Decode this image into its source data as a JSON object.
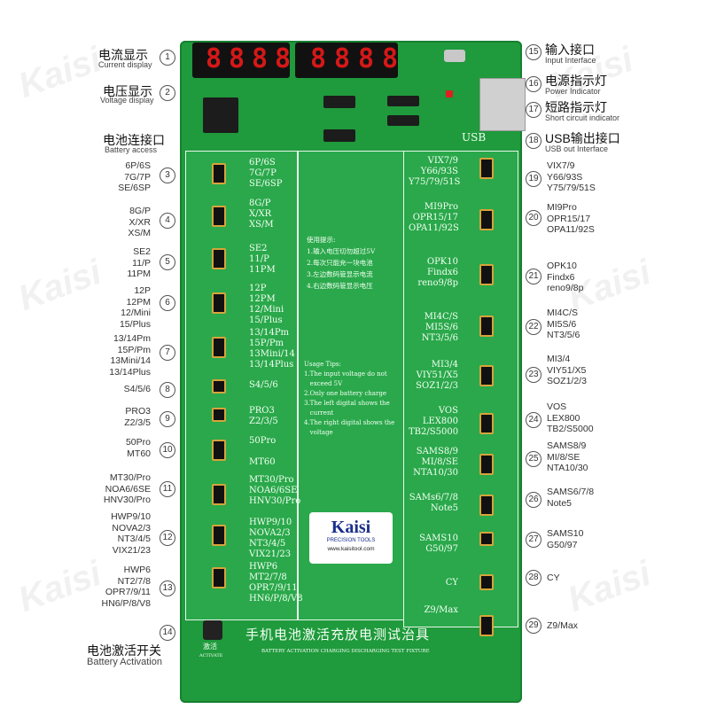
{
  "left_labels": [
    {
      "n": "1",
      "cn": "电流显示",
      "en": "Current display"
    },
    {
      "n": "2",
      "cn": "电压显示",
      "en": "Voltage display"
    },
    {
      "n": "",
      "cn": "电池连接口",
      "en": "Battery access"
    },
    {
      "n": "3",
      "lines": "6P/6S\n7G/7P\nSE/6SP"
    },
    {
      "n": "4",
      "lines": "8G/P\nX/XR\nXS/M"
    },
    {
      "n": "5",
      "lines": "SE2\n11/P\n11PM"
    },
    {
      "n": "6",
      "lines": "12P\n12PM\n12/Mini\n15/Plus"
    },
    {
      "n": "7",
      "lines": "13/14Pm\n15P/Pm\n13Mini/14\n13/14Plus"
    },
    {
      "n": "8",
      "lines": "S4/5/6"
    },
    {
      "n": "9",
      "lines": "PRO3\nZ2/3/5"
    },
    {
      "n": "10",
      "lines": "50Pro\nMT60"
    },
    {
      "n": "11",
      "lines": "MT30/Pro\nNOA6/6SE\nHNV30/Pro"
    },
    {
      "n": "12",
      "lines": "HWP9/10\nNOVA2/3\nNT3/4/5\nVIX21/23"
    },
    {
      "n": "13",
      "lines": "HWP6\nNT2/7/8\nOPR7/9/11\nHN6/P/8/V8"
    },
    {
      "n": "14",
      "cn": "电池激活开关",
      "en": "Battery Activation"
    }
  ],
  "right_labels": [
    {
      "n": "15",
      "cn": "输入接口",
      "en": "Input Interface"
    },
    {
      "n": "16",
      "cn": "电源指示灯",
      "en": "Power Indicator"
    },
    {
      "n": "17",
      "cn": "短路指示灯",
      "en": "Short circuit indicator"
    },
    {
      "n": "18",
      "cn": "USB输出接口",
      "en": "USB out Interface"
    },
    {
      "n": "19",
      "lines": "VIX7/9\nY66/93S\nY75/79/51S"
    },
    {
      "n": "20",
      "lines": "MI9Pro\nOPR15/17\nOPA11/92S"
    },
    {
      "n": "21",
      "lines": "OPK10\nFindx6\nreno9/8p"
    },
    {
      "n": "22",
      "lines": "MI4C/S\nMI5S/6\nNT3/5/6"
    },
    {
      "n": "23",
      "lines": "MI3/4\nVIY51/X5\nSOZ1/2/3"
    },
    {
      "n": "24",
      "lines": "VOS\nLEX800\nTB2/S5000"
    },
    {
      "n": "25",
      "lines": "SAMS8/9\nMI/8/SE\nNTA10/30"
    },
    {
      "n": "26",
      "lines": "SAMS6/7/8\nNote5"
    },
    {
      "n": "27",
      "lines": "SAMS10\nG50/97"
    },
    {
      "n": "28",
      "lines": "CY"
    },
    {
      "n": "29",
      "lines": "Z9/Max"
    }
  ],
  "board": {
    "digits_a": [
      "8",
      "8",
      "8",
      "8"
    ],
    "digits_b": [
      "8",
      "8",
      "8",
      "8"
    ],
    "usb": "USB",
    "brand": "Kaisi",
    "brand_sub": "PRECISION TOOLS",
    "brand_url": "www.kaisitool.com",
    "title_cn": "手机电池激活充放电测试治具",
    "title_en": "BATTERY ACTIVATION CHARGING DISCHARGING TEST FIXTURE",
    "activate_cn": "激活",
    "activate_en": "ACTIVATE",
    "tips_cn": "使用提示:\n1.输入电压切勿超过5V\n2.每次只能充一块电池\n3.左边数码管显示电流\n4.右边数码管显示电压",
    "tips_en": "Usage Tips:\n1.The input voltage do not\n   exceed 5V\n2.Only one battery charge\n3.The left digital shows the\n   current\n4.The right digital shows the\n   voltage",
    "left_panels": [
      "6P/6S\n7G/7P\nSE/6SP",
      "8G/P\nX/XR\nXS/M",
      "SE2\n11/P\n11PM",
      "12P\n12PM\n12/Mini\n15/Plus",
      "13/14Pm\n15P/Pm\n13Mini/14\n13/14Plus",
      "S4/5/6",
      "PRO3\nZ2/3/5",
      "50Pro\n\nMT60",
      "MT30/Pro\nNOA6/6SE\nHNV30/Pro",
      "HWP9/10\nNOVA2/3\nNT3/4/5\nVIX21/23",
      "HWP6\nMT2/7/8\nOPR7/9/11\nHN6/P/8/V8"
    ],
    "right_panels": [
      "VIX7/9\nY66/93S\nY75/79/51S",
      "MI9Pro\nOPR15/17\nOPA11/92S",
      "OPK10\nFindx6\nreno9/8p",
      "MI4C/S\nMI5S/6\nNT3/5/6",
      "MI3/4\nVIY51/X5\nSOZ1/2/3",
      "VOS\nLEX800\nTB2/S5000",
      "SAMS8/9\nMI/8/SE\nNTA10/30",
      "SAMs6/7/8\nNote5",
      "SAMS10\nG50/97",
      "CY",
      "Z9/Max"
    ]
  },
  "watermark": "Kaisi"
}
